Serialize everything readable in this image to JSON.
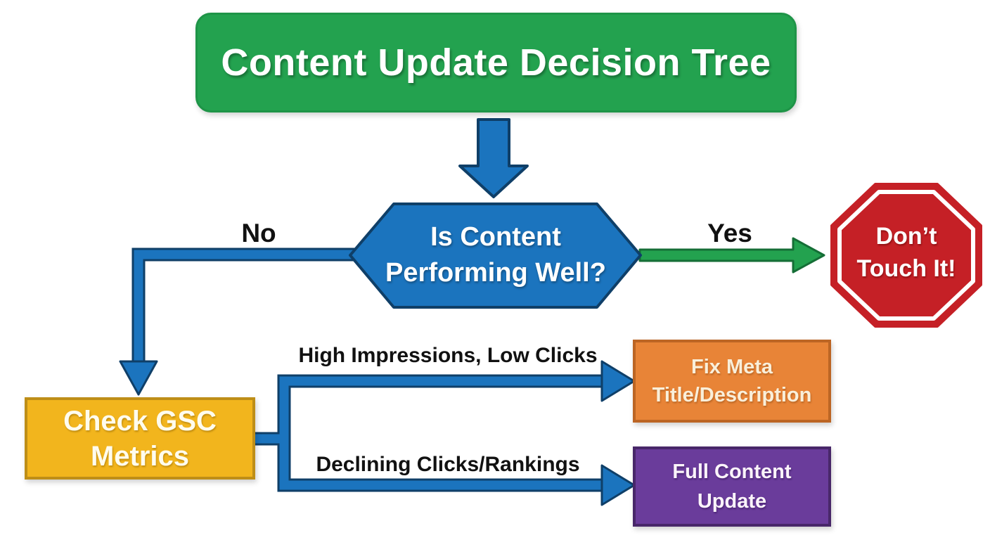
{
  "title": "Content Update Decision Tree",
  "decision": {
    "question": "Is Content\nPerforming Well?",
    "no_label": "No",
    "yes_label": "Yes"
  },
  "branch_labels": {
    "high_impressions": "High Impressions, Low Clicks",
    "declining": "Declining Clicks/Rankings"
  },
  "nodes": {
    "stop": "Don’t\nTouch It!",
    "check_gsc": "Check GSC\nMetrics",
    "fix_meta": "Fix Meta\nTitle/Description",
    "full_update": "Full Content\nUpdate"
  },
  "colors": {
    "background": "#FFFFFF",
    "green": "#23A24F",
    "green_border": "#1E9447",
    "green_dark": "#156E36",
    "blue": "#1B74BE",
    "blue_dark": "#0F3F68",
    "yellow": "#F2B51D",
    "yellow_dark": "#BE8E17",
    "orange": "#E88437",
    "orange_dark": "#BC6524",
    "purple": "#6A3C9B",
    "purple_dark": "#482769",
    "red": "#C52026",
    "label_text": "#111111"
  }
}
